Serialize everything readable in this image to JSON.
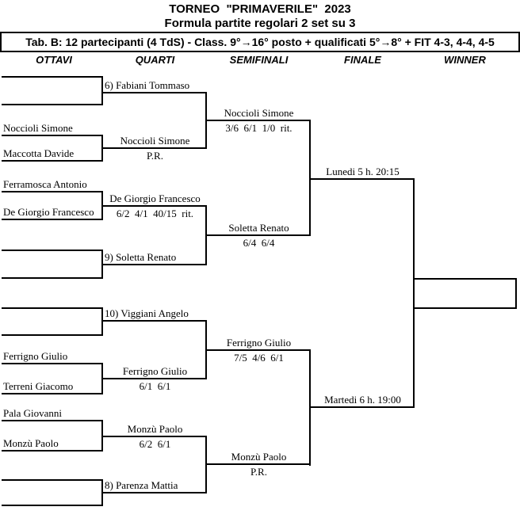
{
  "header": {
    "title": "TORNEO  \"PRIMAVERILE\"  2023",
    "subtitle": "Formula partite regolari 2 set su 3",
    "info_bar": "Tab. B: 12 partecipanti (4 TdS) - Class. 9°→16° posto + qualificati 5°→8° + FIT 4-3, 4-4, 4-5",
    "columns": [
      {
        "label": "OTTAVI"
      },
      {
        "label": "QUARTI"
      },
      {
        "label": "SEMIFINALI"
      },
      {
        "label": "FINALE"
      },
      {
        "label": "WINNER"
      }
    ]
  },
  "bracket": {
    "round16": [
      {
        "p1": "",
        "p2": ""
      },
      {
        "p1": "Noccioli Simone",
        "p2": "Maccotta Davide"
      },
      {
        "p1": "Ferramosca Antonio",
        "p2": "De Giorgio Francesco"
      },
      {
        "p1": "",
        "p2": ""
      },
      {
        "p1": "",
        "p2": ""
      },
      {
        "p1": "Ferrigno Giulio",
        "p2": "Terreni Giacomo"
      },
      {
        "p1": "Pala Giovanni",
        "p2": "Monzù Paolo"
      },
      {
        "p1": "",
        "p2": ""
      }
    ],
    "quarti": [
      {
        "name": "6) Fabiani Tommaso",
        "score": ""
      },
      {
        "name": "Noccioli Simone",
        "score": "P.R."
      },
      {
        "name": "De Giorgio Francesco",
        "score": "6/2  4/1  40/15  rit."
      },
      {
        "name": "9) Soletta Renato",
        "score": ""
      },
      {
        "name": "10) Viggiani Angelo",
        "score": ""
      },
      {
        "name": "Ferrigno Giulio",
        "score": "6/1  6/1"
      },
      {
        "name": "Monzù Paolo",
        "score": "6/2  6/1"
      },
      {
        "name": "8) Parenza Mattia",
        "score": ""
      }
    ],
    "semifinali": [
      {
        "name": "Noccioli Simone",
        "score": "3/6  6/1  1/0  rit."
      },
      {
        "name": "Soletta Renato",
        "score": "6/4  6/4"
      },
      {
        "name": "Ferrigno Giulio",
        "score": "7/5  4/6  6/1"
      },
      {
        "name": "Monzù Paolo",
        "score": "P.R."
      }
    ],
    "finale": [
      {
        "schedule": "Lunedi 5 h. 20:15"
      },
      {
        "schedule": "Martedi 6 h. 19:00"
      }
    ],
    "winner": ""
  }
}
